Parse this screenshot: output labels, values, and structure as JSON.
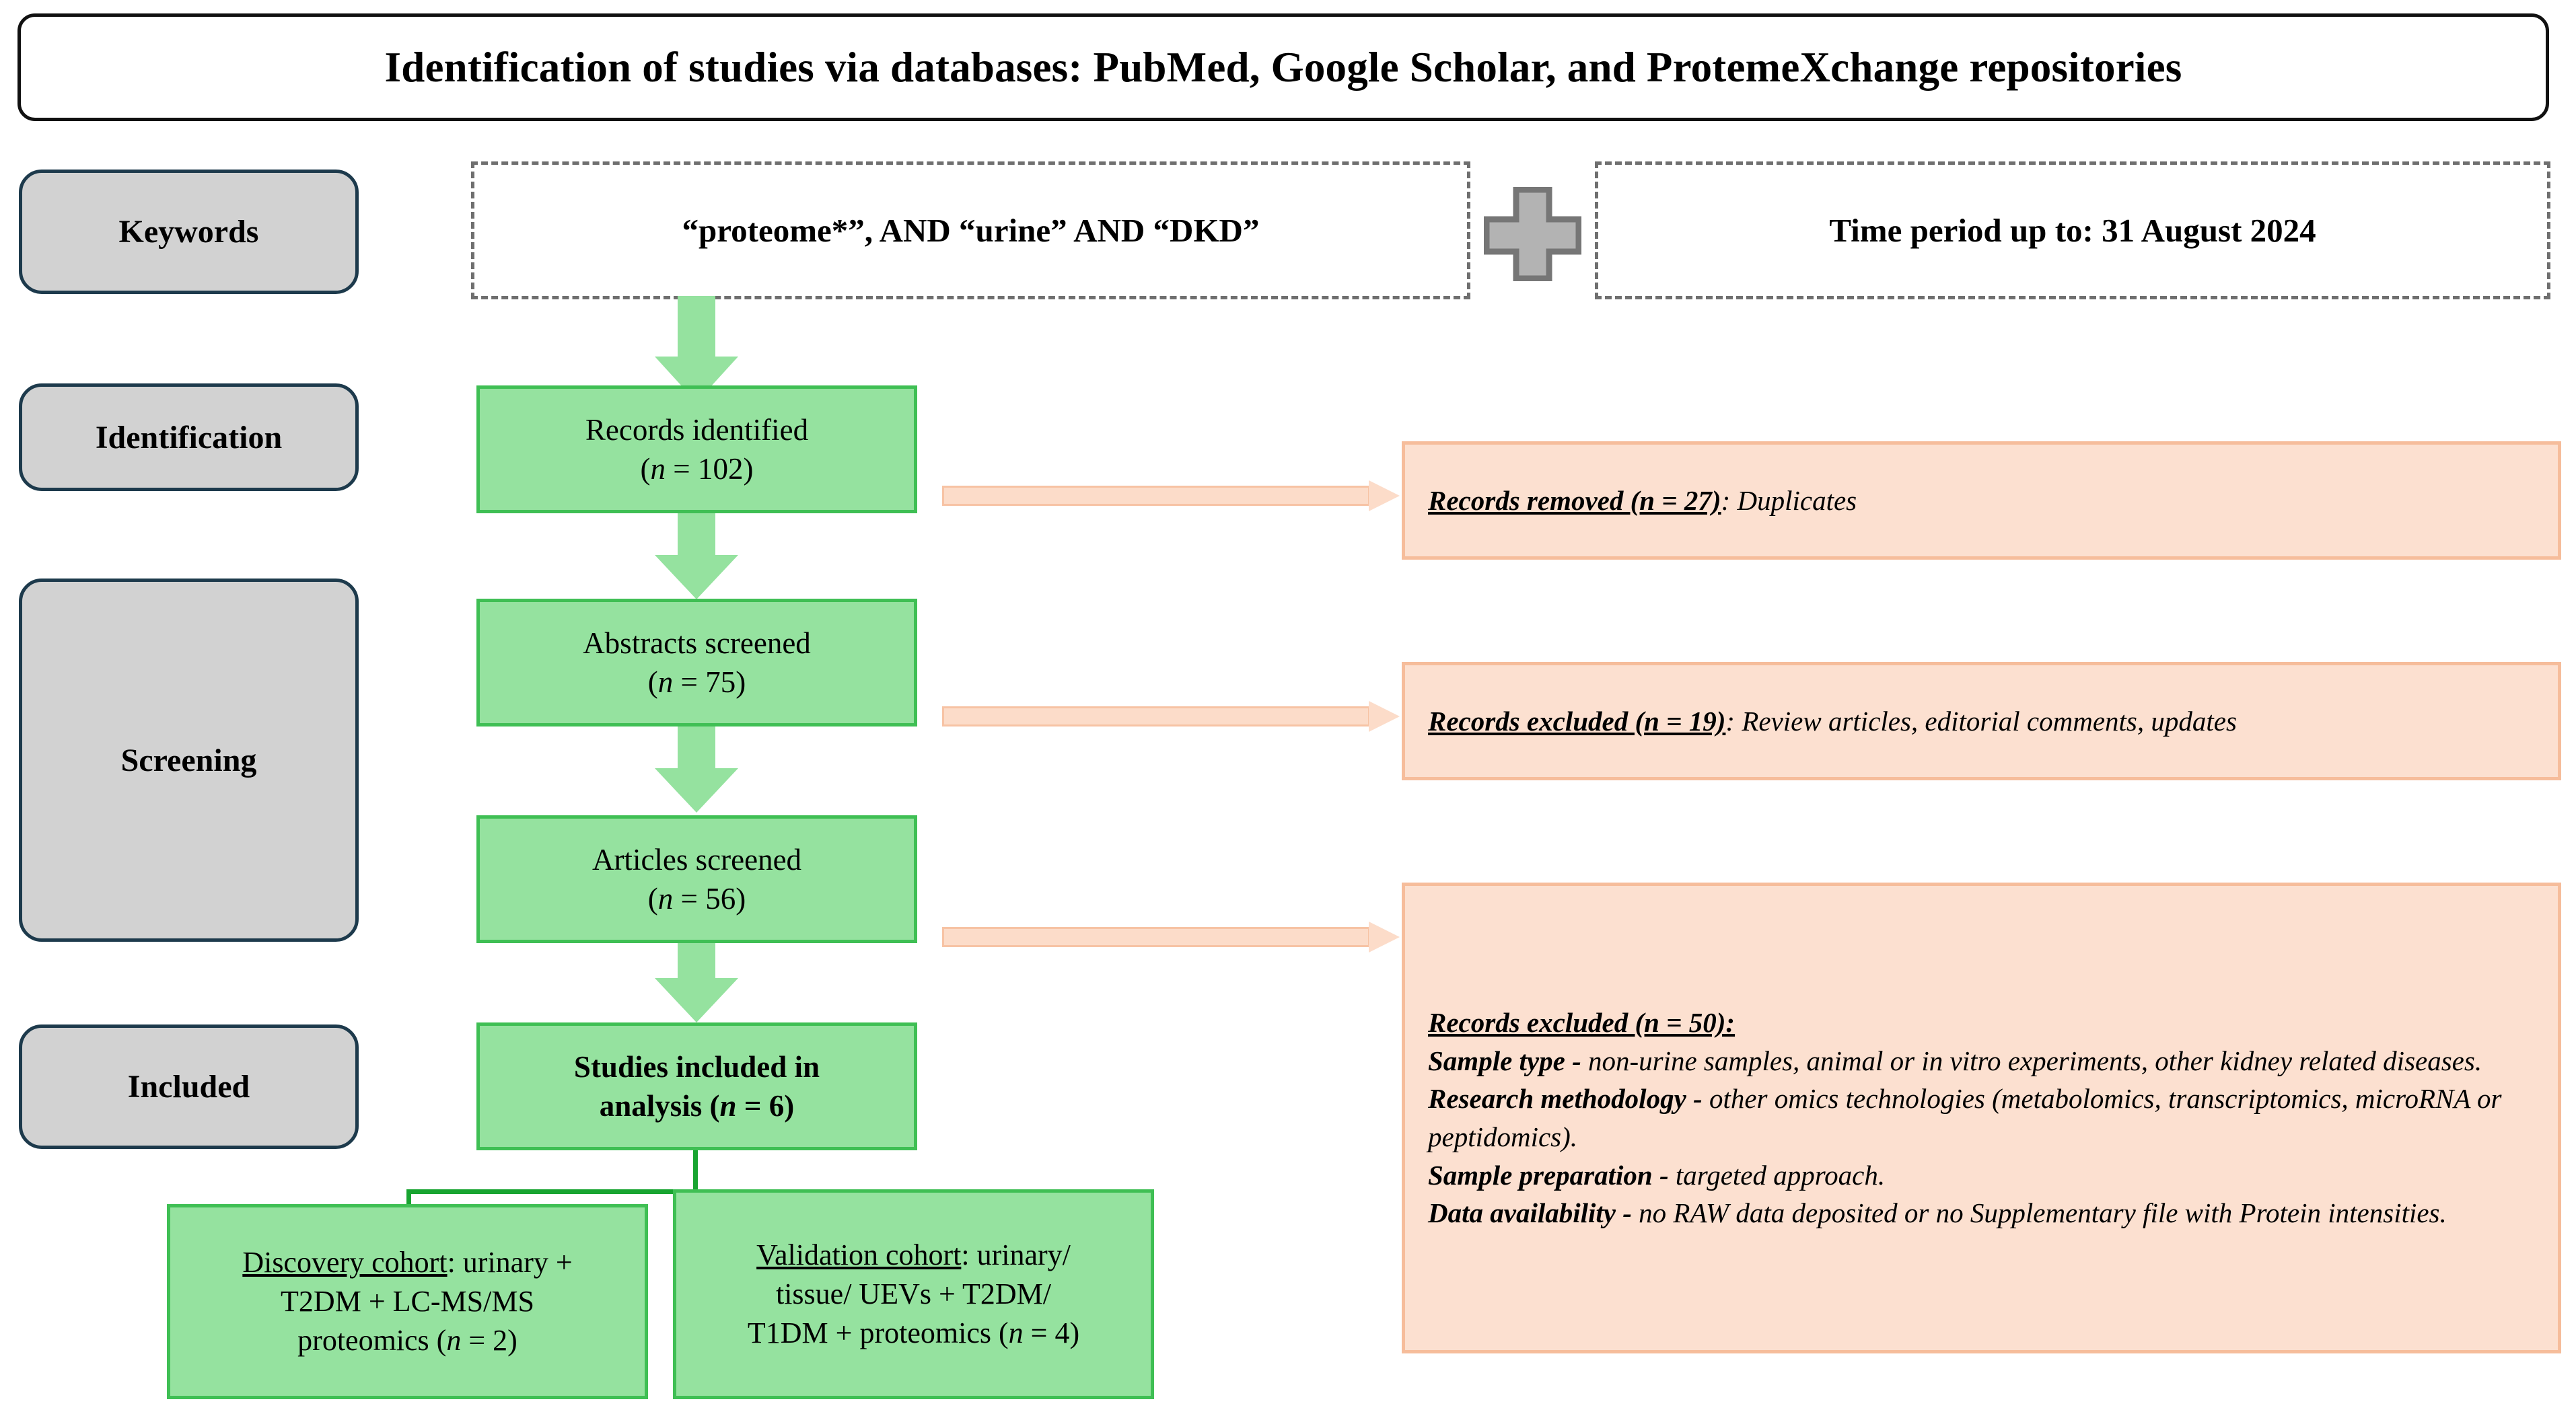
{
  "banner": {
    "title": "Identification of studies via databases: PubMed, Google Scholar, and ProtemeXchange repositories"
  },
  "stages": {
    "keywords": "Keywords",
    "identification": "Identification",
    "screening": "Screening",
    "included": "Included"
  },
  "search": {
    "query": "“proteome*”, AND “urine” AND “DKD”",
    "combinator_icon": "plus-icon",
    "time_period": "Time period up to: 31 August 2024"
  },
  "flow": {
    "identified": {
      "line1": "Records identified",
      "line2": "(n = 102)",
      "n": 102
    },
    "abstracts": {
      "line1": "Abstracts screened",
      "line2": "(n = 75)",
      "n": 75
    },
    "articles": {
      "line1": "Articles screened",
      "line2": "(n = 56)",
      "n": 56
    },
    "included": {
      "line1": "Studies included in",
      "line2": "analysis (n = 6)",
      "n": 6
    }
  },
  "cohorts": {
    "discovery": {
      "label": "Discovery cohort",
      "line1_rest": ": urinary +",
      "line2": "T2DM + LC-MS/MS",
      "line3": "proteomics (n = 2)",
      "n": 2
    },
    "validation": {
      "label": "Validation cohort",
      "line1_rest": ": urinary/",
      "line2": "tissue/ UEVs + T2DM/",
      "line3": "T1DM + proteomics (n = 4)",
      "n": 4
    }
  },
  "exclusions": [
    {
      "heading": "Records removed (n = 27)",
      "body": ": Duplicates",
      "n": 27
    },
    {
      "heading": "Records excluded (n = 19)",
      "body": ": Review articles, editorial comments, updates",
      "n": 19
    },
    {
      "heading": "Records excluded (n = 50):",
      "n": 50,
      "reasons": [
        {
          "label": "Sample type -",
          "text": " non-urine samples, animal or in vitro experiments, other kidney related diseases."
        },
        {
          "label": "Research methodology -",
          "text": " other omics technologies (metabolomics, transcriptomics, microRNA or peptidomics)."
        },
        {
          "label": "Sample preparation -",
          "text": " targeted approach."
        },
        {
          "label": "Data availability -",
          "text": " no RAW data deposited or no Supplementary file with Protein intensities."
        }
      ]
    }
  ],
  "colors": {
    "green_fill": "#95e29f",
    "green_border": "#3fbf54",
    "green_connector": "#18a430",
    "peach_fill": "#fce0d0",
    "peach_border": "#f6bd9b",
    "peach_arrow": "#fcdcc9",
    "gray_fill": "#d2d2d2",
    "gray_border": "#1d3a4c",
    "plus_fill": "#b3b3b3",
    "plus_border": "#767676",
    "dash_border": "#6f6f6f",
    "banner_border": "#111111"
  }
}
